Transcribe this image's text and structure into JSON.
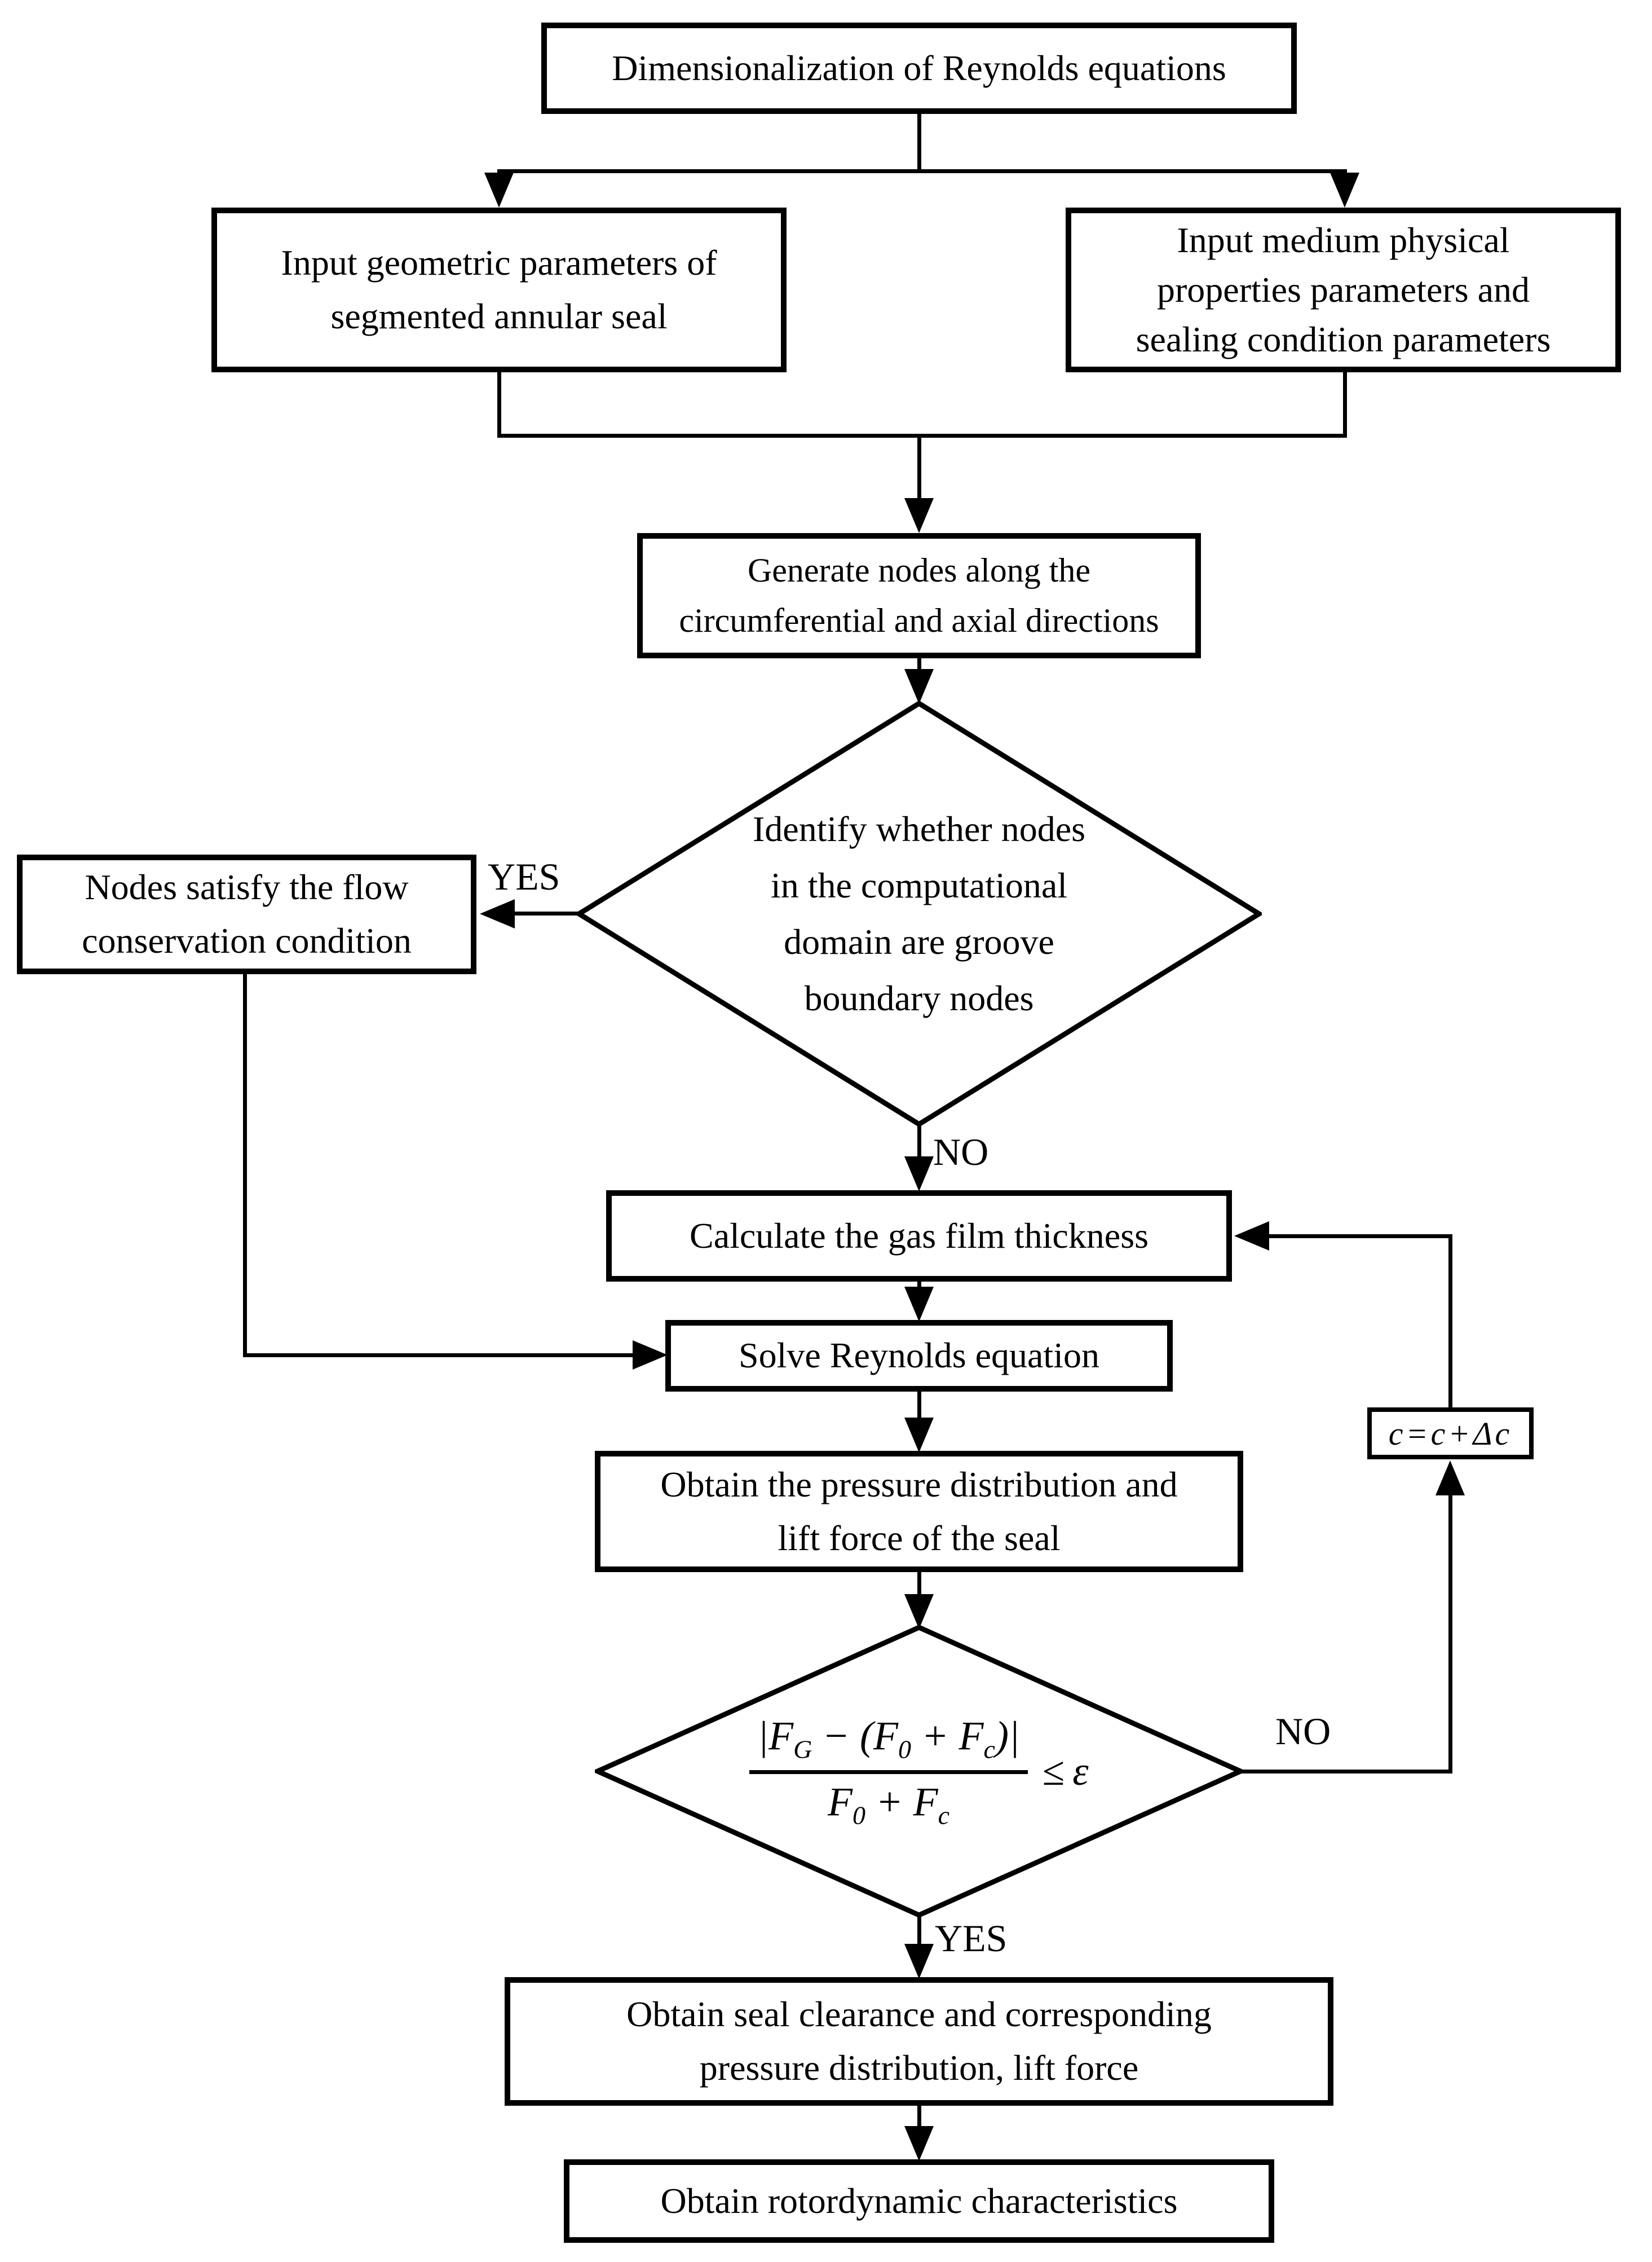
{
  "colors": {
    "background": "#ffffff",
    "ink": "#000000"
  },
  "nodes": {
    "dimensionalization": {
      "lines": [
        "Dimensionalization of Reynolds equations"
      ]
    },
    "input_geometric": {
      "lines": [
        "Input geometric parameters of",
        "segmented annular seal"
      ]
    },
    "input_medium": {
      "lines": [
        "Input medium physical",
        "properties parameters and",
        "sealing condition parameters"
      ]
    },
    "generate_nodes": {
      "lines": [
        "Generate nodes along the",
        "circumferential and axial directions"
      ]
    },
    "identify_groove": {
      "lines": [
        "Identify whether nodes",
        "in the computational",
        "domain are groove",
        "boundary nodes"
      ]
    },
    "flow_conservation": {
      "lines": [
        "Nodes satisfy the flow",
        "conservation condition"
      ]
    },
    "gas_film": {
      "lines": [
        "Calculate the gas film thickness"
      ]
    },
    "solve_reynolds": {
      "lines": [
        "Solve Reynolds equation"
      ]
    },
    "pressure_lift": {
      "lines": [
        "Obtain the pressure distribution and",
        "lift force of the seal"
      ]
    },
    "clearance_update": {
      "text": "c=c+Δc"
    },
    "seal_clearance": {
      "lines": [
        "Obtain seal clearance and corresponding",
        "pressure distribution, lift force"
      ]
    },
    "rotordynamic": {
      "lines": [
        "Obtain rotordynamic characteristics"
      ]
    }
  },
  "formula": {
    "num": {
      "abs_l": "|",
      "F1": "F",
      "s1": "G",
      "op1": " − (",
      "F2": "F",
      "s2": "0",
      "op2": " + ",
      "F3": "F",
      "s3": "c",
      "close": ")",
      "abs_r": "|"
    },
    "den": {
      "F1": "F",
      "s1": "0",
      "op": " + ",
      "F2": "F",
      "s2": "c"
    },
    "relation": "≤",
    "epsilon": "ε"
  },
  "labels": {
    "yes_identify": "YES",
    "no_identify": "NO",
    "no_converge": "NO",
    "yes_converge": "YES"
  }
}
